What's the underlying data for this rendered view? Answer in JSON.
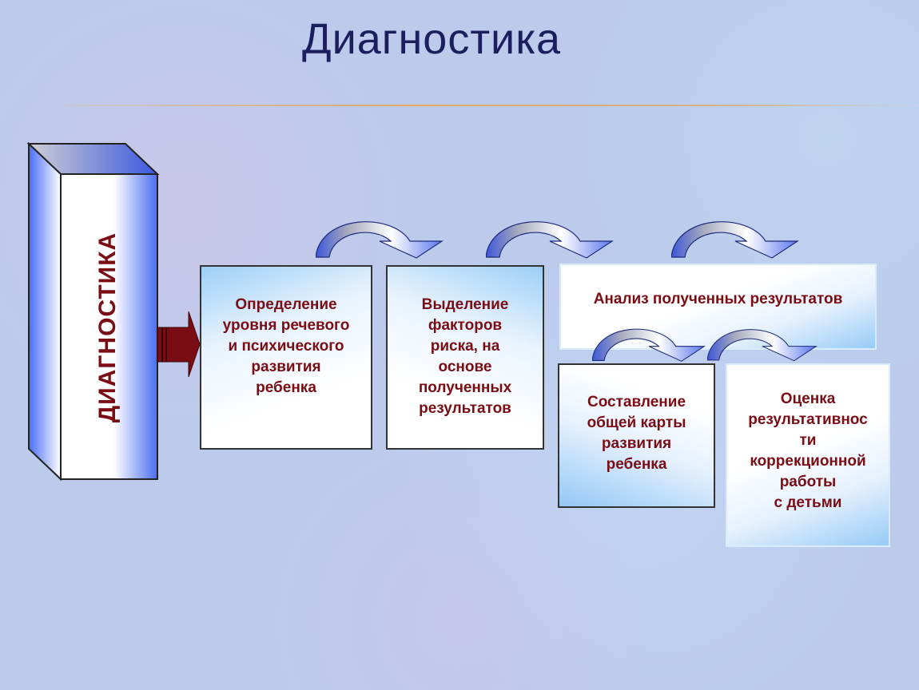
{
  "title": "Диагностика",
  "block_label": "ДИАГНОСТИКА",
  "steps": [
    "Определение\nуровня речевого\nи психического\nразвития\nребенка",
    "Выделение\nфакторов\nриска, на\nоснове\nполученных\nрезультатов",
    "Анализ  полученных результатов",
    "Составление\nобщей карты\nразвития\nребенка",
    "Оценка\nрезультативнос\nти\nкоррекционной\nработы\nс детьми"
  ],
  "colors": {
    "title": "#1b1f5e",
    "text": "#7a0d14",
    "arrow": "#7a0d14",
    "accent": "#3d5ee8"
  }
}
